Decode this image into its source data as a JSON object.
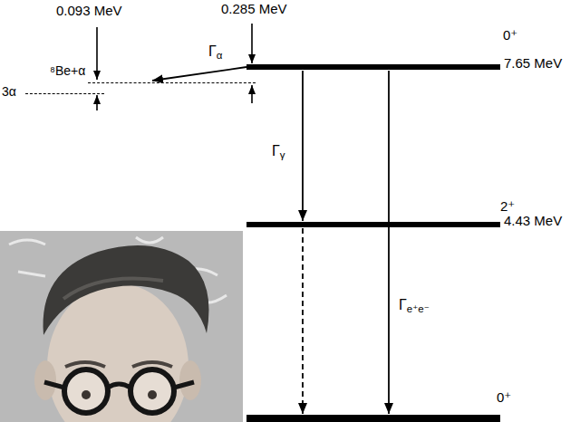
{
  "diagram": {
    "nodes": [
      {
        "text": [
          "0⁺",
          "7.65 MeV"
        ]
      },
      {
        "text": [
          "2⁺",
          "4.43 MeV"
        ]
      },
      {
        "text": [
          "0⁺"
        ]
      },
      {
        "text": [
          "⁸Be+α"
        ]
      },
      {
        "text": [
          "3α"
        ]
      }
    ],
    "edges": [
      {
        "from": 0,
        "to": 3,
        "arrow": "to",
        "label": "Γα"
      },
      {
        "from": 0,
        "to": 1,
        "arrow": "to",
        "label": "Γγ"
      },
      {
        "from": 1,
        "to": 2,
        "arrow": "to"
      },
      {
        "from": 0,
        "to": 2,
        "arrow": "to",
        "label": "Γe⁺e⁻"
      }
    ],
    "labels": [
      "0.093 MeV",
      "0.285 MeV"
    ]
  }
}
